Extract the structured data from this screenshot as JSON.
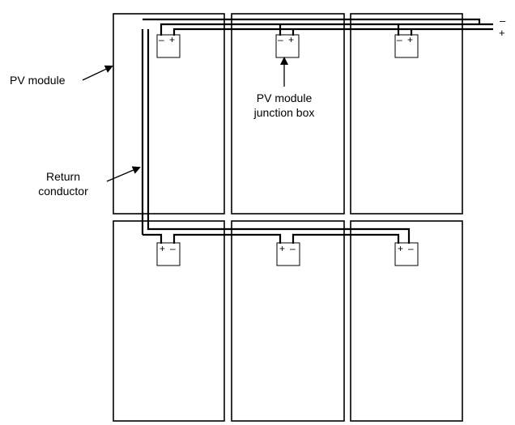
{
  "labels": {
    "pv_module": "PV module",
    "return_conductor": [
      "Return",
      "conductor"
    ],
    "junction_box": [
      "PV module",
      "junction box"
    ]
  },
  "output_terminals": {
    "negative": "–",
    "positive": "+"
  },
  "modules": {
    "top_row": [
      {
        "id": "t1",
        "box_terms": [
          "–",
          "+"
        ]
      },
      {
        "id": "t2",
        "box_terms": [
          "–",
          "+"
        ]
      },
      {
        "id": "t3",
        "box_terms": [
          "–",
          "+"
        ]
      }
    ],
    "bottom_row": [
      {
        "id": "b1",
        "box_terms": [
          "+",
          "–"
        ]
      },
      {
        "id": "b2",
        "box_terms": [
          "+",
          "–"
        ]
      },
      {
        "id": "b3",
        "box_terms": [
          "+",
          "–"
        ]
      }
    ]
  }
}
